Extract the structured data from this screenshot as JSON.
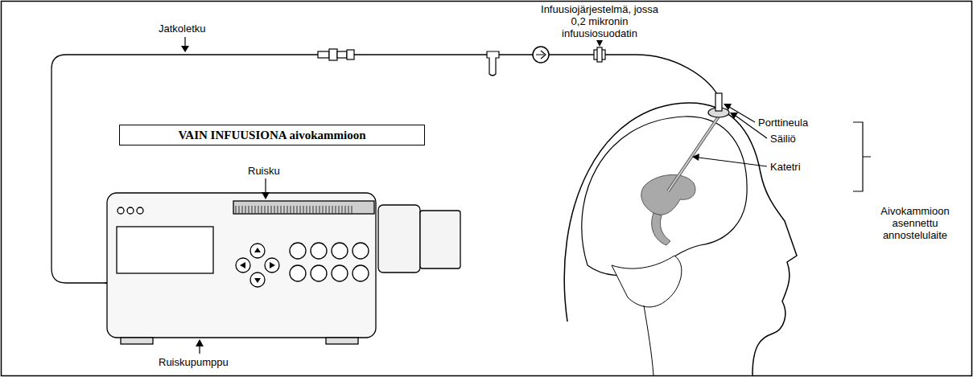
{
  "diagram": {
    "nodes": [
      {
        "text": [
          "VAIN INFUUSIONA aivokammioon"
        ]
      }
    ],
    "labels": [
      "Infuusiojärjestelmä, jossa 0,2 mikronin infuusiosuodatin",
      "Jatkoletku",
      "Ruisku",
      "Porttineula",
      "Säiliö",
      "Katetri",
      "Aivokammioon asennettu annostelulaite",
      "Ruiskupumppu"
    ]
  }
}
